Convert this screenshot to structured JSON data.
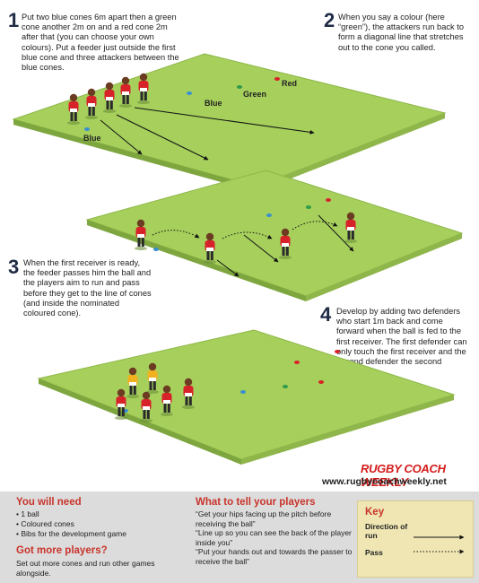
{
  "steps": [
    {
      "num": "1",
      "text": "Put two blue cones 6m apart then a green cone another 2m on and a red cone 2m after that (you can choose your own colours). Put a feeder just outside the first blue cone and three attackers between the blue cones."
    },
    {
      "num": "2",
      "text": "When you say a colour (here “green”), the attackers run back to form a diagonal line that stretches out to the cone you called."
    },
    {
      "num": "3",
      "text": "When the first receiver is ready, the feeder passes him the ball and the players aim to run and pass before they get to the line of cones (and inside the nominated coloured cone)."
    },
    {
      "num": "4",
      "text": "Develop by adding two defenders who start 1m back and come forward when the ball is fed to the first receiver. The first defender can only touch the first receiver and the second defender the second receiver."
    }
  ],
  "diagram1_labels": {
    "blue_near": "Blue",
    "blue_far": "Blue",
    "green": "Green",
    "red": "Red"
  },
  "brand": "RUGBY COACH WEEKLY",
  "url": "www.rugbycoachweekly.net",
  "colors": {
    "pitch": "#a6cf5c",
    "pitch_edge": "#8db848",
    "shirt": "#d8222a",
    "bib": "#f2b11e",
    "cone_blue": "#3a8fd0",
    "cone_green": "#2e9a4a",
    "cone_red": "#d8222a",
    "heading": "#c8342b"
  },
  "need": {
    "title": "You will need",
    "items": [
      "• 1 ball",
      "• Coloured cones",
      "• Bibs for the development game"
    ]
  },
  "more": {
    "title": "Got more players?",
    "text": "Set out more cones and run other games alongside."
  },
  "tell": {
    "title": "What to tell your players",
    "items": [
      "“Get your hips facing up the pitch before receiving the ball”",
      "“Line up so you can see the back of the player inside you”",
      "“Put your hands out and towards the passer to receive the ball”"
    ]
  },
  "key": {
    "title": "Key",
    "run_label": "Direction of run",
    "pass_label": "Pass"
  }
}
